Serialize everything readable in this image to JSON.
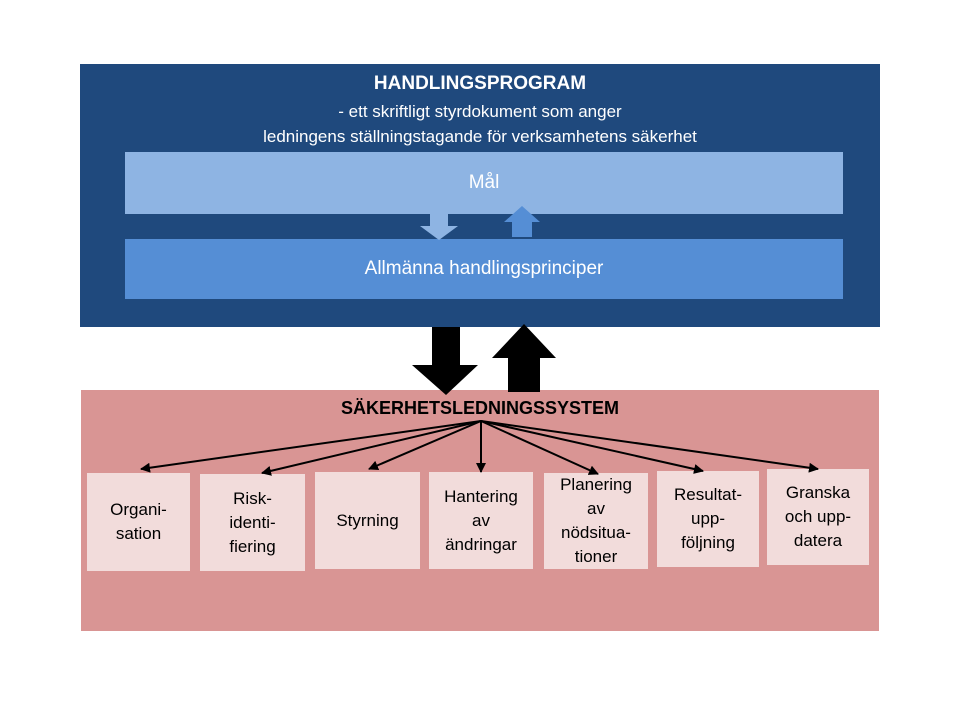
{
  "handlingsprogram": {
    "title": "HANDLINGSPROGRAM",
    "subtitle_line1": "- ett skriftligt styrdokument som anger",
    "subtitle_line2": "ledningens ställningstagande för verksamhetens säkerhet",
    "goal_label": "Mål",
    "principles_label": "Allmänna handlingsprinciper"
  },
  "ledningssystem": {
    "title": "SÄKERHETSLEDNINGSSYSTEM",
    "components": [
      "Organi-\nsation",
      "Risk-\nidenti-\nfiering",
      "Styrning",
      "Hantering\nav\nändringar",
      "Planering\nav\nnödsitua-\ntioner",
      "Resultat-\nupp-\nföljning",
      "Granska\noch upp-\ndatera"
    ]
  },
  "colors": {
    "program_bg": "#1f497d",
    "goal_bg": "#8eb4e3",
    "principles_bg": "#558ed5",
    "system_bg": "#d99594",
    "component_bg": "#f2dcdb"
  }
}
